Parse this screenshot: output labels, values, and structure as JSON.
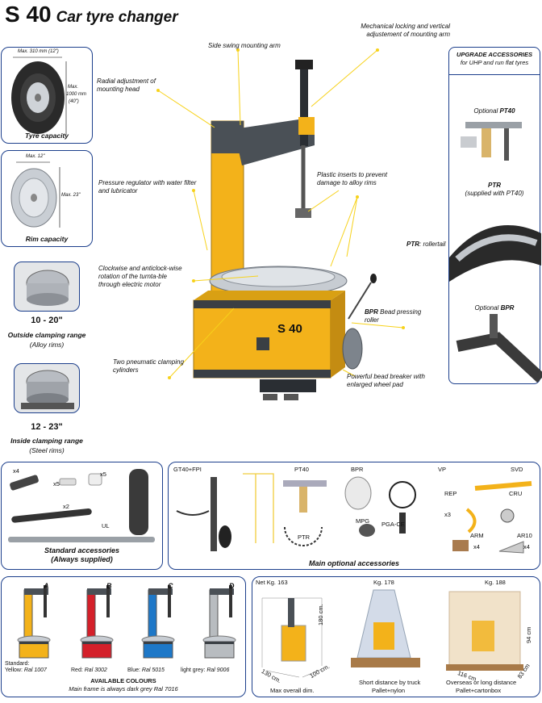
{
  "header": {
    "model": "S 40",
    "product": "Car tyre changer"
  },
  "tyre_panel": {
    "max_width": "Max. 310 mm (12\")",
    "max_dia_1": "Max.",
    "max_dia_2": "1000 mm",
    "max_dia_3": "(40\")",
    "caption": "Tyre capacity"
  },
  "rim_panel": {
    "max_width": "Max. 12\"",
    "max_dia": "Max. 23\"",
    "caption": "Rim capacity"
  },
  "outside_panel": {
    "range": "10 - 20\"",
    "caption": "Outside clamping range",
    "note": "(Alloy rims)"
  },
  "inside_panel": {
    "range": "12 - 23\"",
    "caption": "Inside clamping range",
    "note": "(Steel rims)"
  },
  "callouts": {
    "side_swing": "Side swing mounting arm",
    "mechanical": "Mechanical locking and vertical adjustement of mounting arm",
    "radial": "Radial adjustment of mounting head",
    "plastic": "Plastic inserts to prevent damage to alloy rims",
    "pressure": "Pressure regulator with water filter and lubricator",
    "clockwise": "Clockwise and anticlock-wise rotation of the turnta-ble through electric motor",
    "bpr_name": "BPR",
    "bpr_desc": " Bead pressing roller",
    "pneumatic": "Two pneumatic clamping cylinders",
    "breaker": "Powerful bead breaker with enlarged wheel pad"
  },
  "machine_brand": "S 40",
  "upgrade": {
    "title": "UPGRADE ACCESSORIES",
    "subtitle": "for UHP and run flat tyres",
    "optional_prefix": "Optional",
    "pt40": "PT40",
    "ptr": "PTR",
    "ptr_note": "(supplied with PT40)",
    "ptr_roller": "PTR",
    "ptr_roller_suffix": ": rollertail",
    "bpr_prefix": "Optional",
    "bpr": "BPR"
  },
  "standard_acc": {
    "qty1": "x4",
    "qty2": "x5",
    "qty3": "x5",
    "qty4": "x2",
    "ul": "UL",
    "caption1": "Standard accessories",
    "caption2": "(Always supplied)"
  },
  "optional_acc": {
    "gt40": "GT40+FPI",
    "pt40": "PT40",
    "bpr": "BPR",
    "vp": "VP",
    "svd": "SVD",
    "rep": "REP",
    "cru": "CRU",
    "x3": "x3",
    "ptr": "PTR",
    "mpg": "MPG",
    "pgace": "PGA-CE",
    "arm": "ARM",
    "armx": "x4",
    "ar10": "AR10",
    "ar10x": "x4",
    "caption": "Main optional accessories"
  },
  "colours": {
    "letters": [
      "A",
      "B",
      "C",
      "D"
    ],
    "hex": [
      "#f3b21a",
      "#d4202a",
      "#1e78c8",
      "#b8bcc0"
    ],
    "std": "Standard:",
    "labels": [
      {
        "name": "Yellow:",
        "ral": "Ral 1007"
      },
      {
        "name": "Red:",
        "ral": "Ral 3002"
      },
      {
        "name": "Blue:",
        "ral": "Ral 5015"
      },
      {
        "name": "light grey:",
        "ral": "Ral 9006"
      }
    ],
    "caption": "AVAILABLE COLOURS",
    "note": "Main frame is always dark grey Ral 7016"
  },
  "shipping": {
    "net": "Net Kg. 163",
    "kg178": "Kg. 178",
    "kg188": "Kg. 188",
    "h180": "180 cm.",
    "w130": "130 cm.",
    "d100": "100 cm.",
    "w116": "116 cm",
    "h94": "94 cm",
    "d83": "83 cm",
    "max": "Max overall dim.",
    "truck1": "Short distance by truck",
    "truck2": "Pallet+nylon",
    "sea1": "Overseas or long distance",
    "sea2": "Pallet+cartonbox"
  }
}
